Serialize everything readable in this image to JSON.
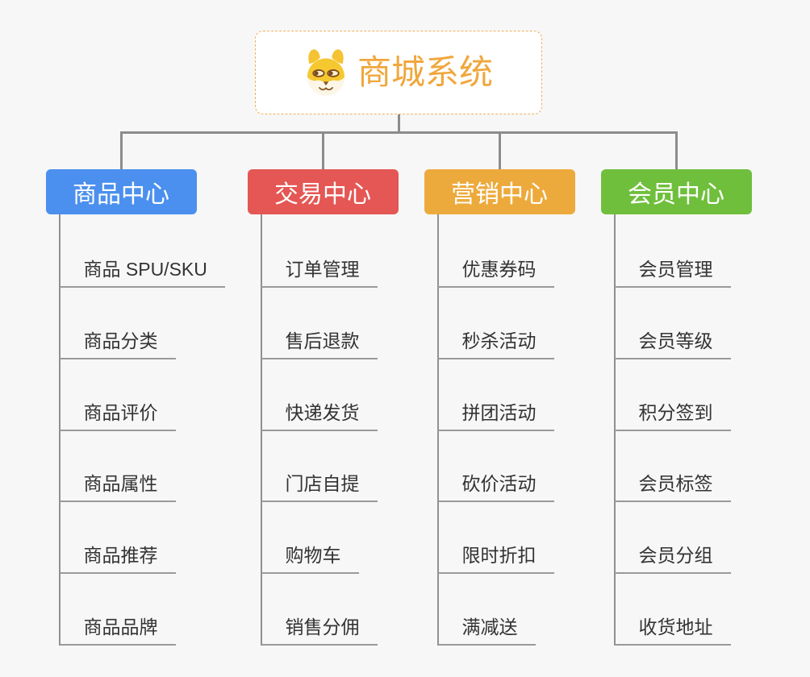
{
  "root": {
    "title": "商城系统",
    "icon": "shiba-dog-icon",
    "title_color": "#f0a73d",
    "border_color": "#f2b05c"
  },
  "connector_color": "#8c8c8c",
  "branches": [
    {
      "label": "商品中心",
      "color": "#4b90ee",
      "children": [
        "商品 SPU/SKU",
        "商品分类",
        "商品评价",
        "商品属性",
        "商品推荐",
        "商品品牌"
      ]
    },
    {
      "label": "交易中心",
      "color": "#e45754",
      "children": [
        "订单管理",
        "售后退款",
        "快递发货",
        "门店自提",
        "购物车",
        "销售分佣"
      ]
    },
    {
      "label": "营销中心",
      "color": "#edaa3c",
      "children": [
        "优惠券码",
        "秒杀活动",
        "拼团活动",
        "砍价活动",
        "限时折扣",
        "满减送"
      ]
    },
    {
      "label": "会员中心",
      "color": "#6fbf3d",
      "children": [
        "会员管理",
        "会员等级",
        "积分签到",
        "会员标签",
        "会员分组",
        "收货地址"
      ]
    }
  ]
}
